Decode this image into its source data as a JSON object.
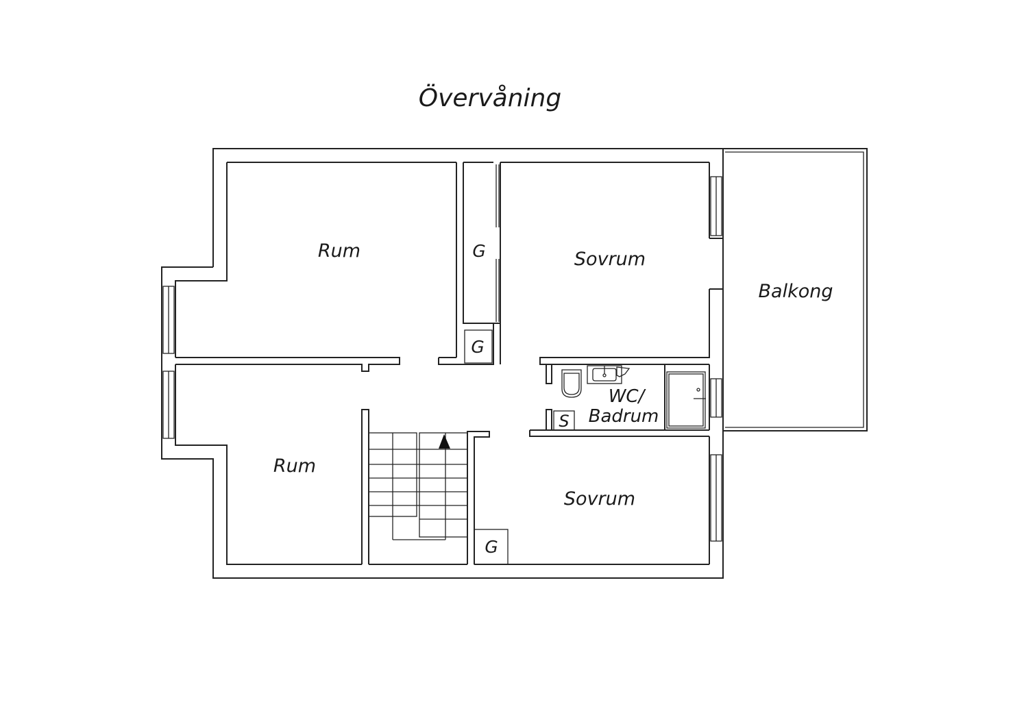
{
  "title": "Övervåning",
  "rooms": {
    "rum_upper": "Rum",
    "rum_lower": "Rum",
    "sovrum_upper": "Sovrum",
    "sovrum_lower": "Sovrum",
    "balkong": "Balkong",
    "wc_line1": "WC/",
    "wc_line2": "Badrum"
  },
  "closets": {
    "g_corridor": "G",
    "g_small": "G",
    "g_bottom": "G",
    "s_storage": "S"
  }
}
